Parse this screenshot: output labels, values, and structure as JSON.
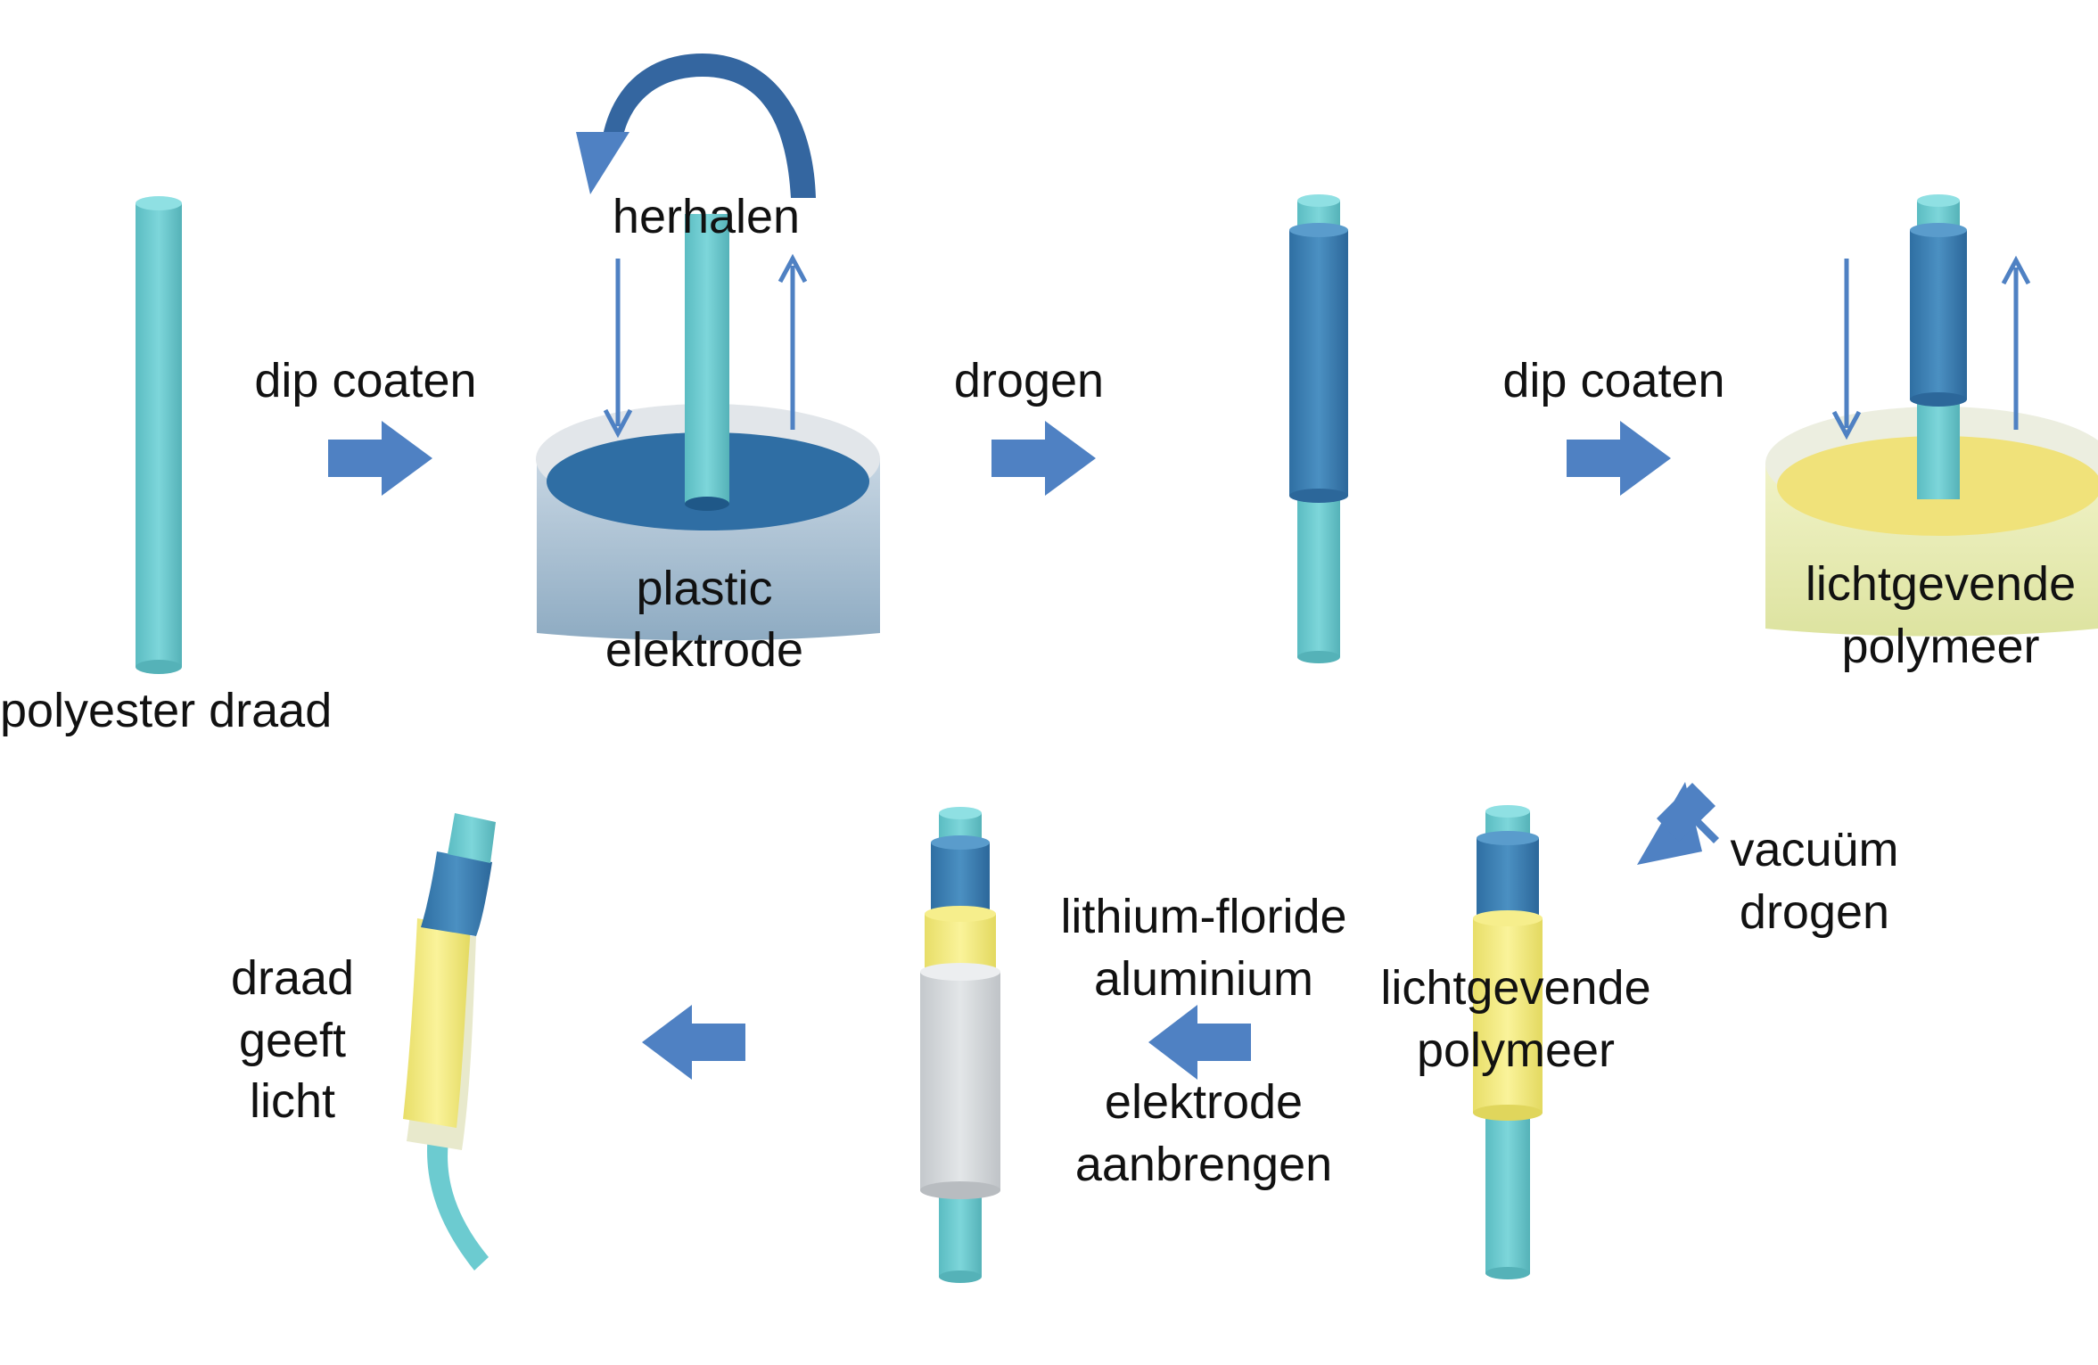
{
  "steps": {
    "step1": {
      "label": "polyester draad"
    },
    "step2": {
      "action": "dip coaten",
      "repeat": "herhalen",
      "bath_line1": "plastic",
      "bath_line2": "elektrode"
    },
    "step3": {
      "action": "drogen"
    },
    "step4": {
      "action": "dip coaten",
      "bath_line1": "lichtgevende",
      "bath_line2": "polymeer"
    },
    "step5": {
      "action_line1": "vacuüm",
      "action_line2": "drogen",
      "label_line1": "lichtgevende",
      "label_line2": "polymeer"
    },
    "step6": {
      "action_line1": "lithium-floride",
      "action_line2": "aluminium",
      "action_line3": "elektrode",
      "action_line4": "aanbrengen"
    },
    "step7": {
      "label_line1": "draad",
      "label_line2": "geeft",
      "label_line3": "licht"
    }
  },
  "colors": {
    "fiber": "#6ccbd0",
    "electrode": "#3f82b4",
    "polymer": "#f5ec7e",
    "metal": "#d4d8dc",
    "arrow": "#4f81c3",
    "bath_liquid": "#2f6ea4",
    "bath_body": "#9fb8cc",
    "polymer_liquid": "#f0e27a",
    "polymer_body": "#e6eab0"
  }
}
